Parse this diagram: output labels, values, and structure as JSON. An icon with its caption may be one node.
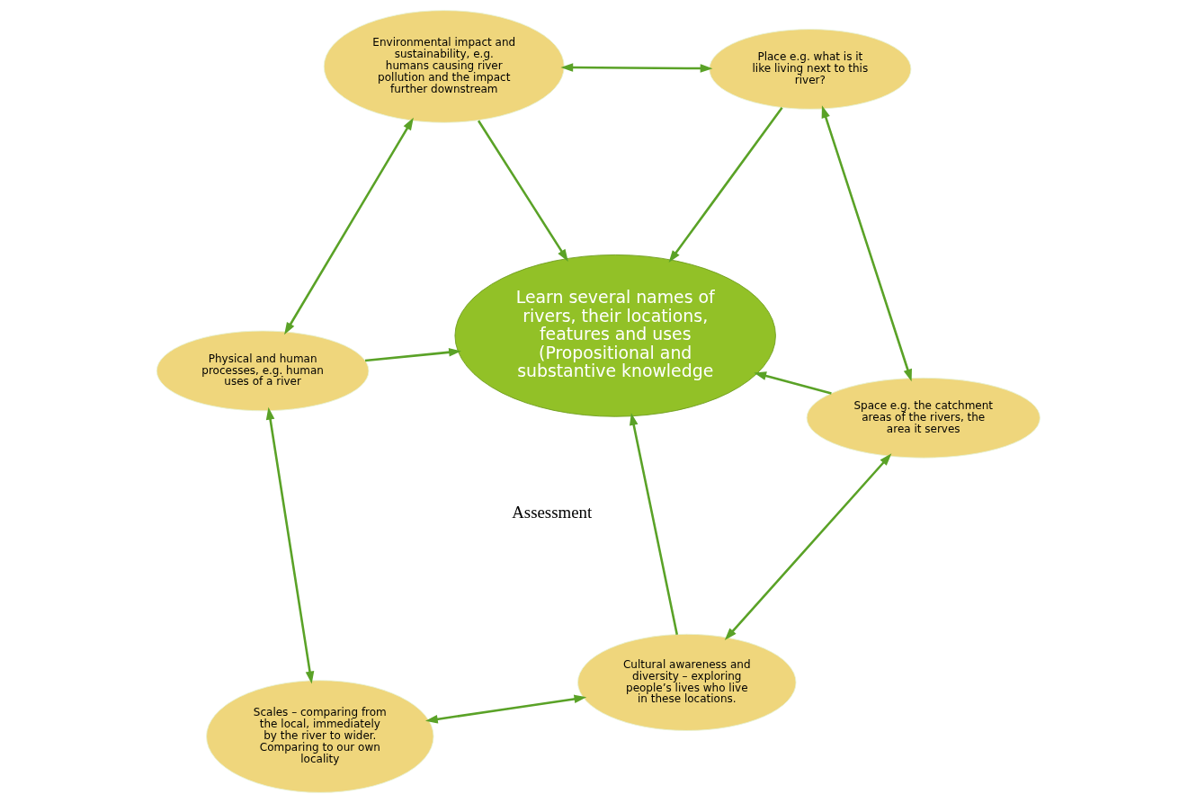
{
  "diagram": {
    "nodes": [
      {
        "text": [
          "Learn several names of rivers, their locations, features and uses (Propositional and substantive knowledge"
        ]
      },
      {
        "text": [
          "Cultural awareness and diversity – exploring people’s lives who live in these locations."
        ]
      },
      {
        "text": [
          "Space e.g. the catchment areas of the rivers, the area it serves"
        ]
      },
      {
        "text": [
          "Place e.g. what is it like living next to this river?"
        ]
      },
      {
        "text": [
          "Environmental impact and sustainability, e.g. humans causing river pollution and the impact further downstream"
        ]
      },
      {
        "text": [
          "Physical and human processes, e.g. human uses of a river"
        ]
      },
      {
        "text": [
          "Scales – comparing from the local, immediately by the river to wider. Comparing to our own locality"
        ]
      }
    ],
    "edges": [
      {
        "from": 6,
        "to": 1,
        "arrow": "both"
      },
      {
        "from": 1,
        "to": 2,
        "arrow": "both"
      },
      {
        "from": 1,
        "to": 0,
        "arrow": "to"
      },
      {
        "from": 2,
        "to": 0,
        "arrow": "to"
      },
      {
        "from": 2,
        "to": 3,
        "arrow": "both"
      },
      {
        "from": 6,
        "to": 5,
        "arrow": "both"
      },
      {
        "from": 5,
        "to": 0,
        "arrow": "to"
      },
      {
        "from": 3,
        "to": 0,
        "arrow": "to"
      },
      {
        "from": 4,
        "to": 0,
        "arrow": "to"
      },
      {
        "from": 5,
        "to": 4,
        "arrow": "both"
      },
      {
        "from": 4,
        "to": 3,
        "arrow": "both"
      }
    ],
    "labels": [
      "Assessment"
    ]
  }
}
